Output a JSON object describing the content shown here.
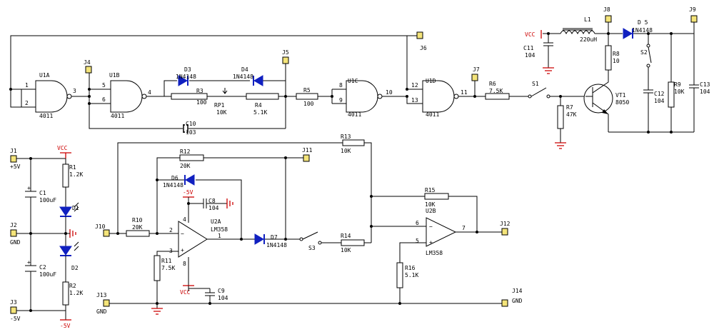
{
  "colors": {
    "wire": "#000000",
    "diode": "#1020c0",
    "power": "#cc0000",
    "pad": "#f4e47a"
  },
  "gates": [
    {
      "ref": "U1A",
      "type": "4011",
      "pins": [
        "1",
        "2",
        "3"
      ]
    },
    {
      "ref": "U1B",
      "type": "4011",
      "pins": [
        "5",
        "6",
        "4"
      ]
    },
    {
      "ref": "U1C",
      "type": "4011",
      "pins": [
        "8",
        "9",
        "10"
      ]
    },
    {
      "ref": "U1D",
      "type": "4011",
      "pins": [
        "12",
        "13",
        "11"
      ]
    }
  ],
  "connectors": {
    "J1": "J1",
    "J1_net": "+5V",
    "J2": "J2",
    "J2_net": "GND",
    "J3": "J3",
    "J3_net": "-5V",
    "J4": "J4",
    "J5": "J5",
    "J6": "J6",
    "J7": "J7",
    "J8": "J8",
    "J9": "J9",
    "J10": "J10",
    "J11": "J11",
    "J12": "J12",
    "J13": "J13",
    "J13_net": "GND",
    "J14": "J14",
    "J14_net": "GND"
  },
  "resistors": {
    "R1": [
      "R1",
      "1.2K"
    ],
    "R2": [
      "R2",
      "1.2K"
    ],
    "R3": [
      "R3",
      "100"
    ],
    "RP1": [
      "RP1",
      "10K"
    ],
    "R4": [
      "R4",
      "5.1K"
    ],
    "R5": [
      "R5",
      "100"
    ],
    "R6": [
      "R6",
      "7.5K"
    ],
    "R7": [
      "R7",
      "47K"
    ],
    "R8": [
      "R8",
      "10"
    ],
    "R9": [
      "R9",
      "10K"
    ],
    "R10": [
      "R10",
      "20K"
    ],
    "R11": [
      "R11",
      "7.5K"
    ],
    "R12": [
      "R12",
      "20K"
    ],
    "R13": [
      "R13",
      "10K"
    ],
    "R14": [
      "R14",
      "10K"
    ],
    "R15": [
      "R15",
      "10K"
    ],
    "R16": [
      "R16",
      "5.1K"
    ]
  },
  "capacitors": {
    "C1": [
      "C1",
      "100uF"
    ],
    "C2": [
      "C2",
      "100uF"
    ],
    "C8": [
      "C8",
      "104"
    ],
    "C9": [
      "C9",
      "104"
    ],
    "C10": [
      "C10",
      "103"
    ],
    "C11": [
      "C11",
      "104"
    ],
    "C12": [
      "C12",
      "104"
    ],
    "C13": [
      "C13",
      "104"
    ]
  },
  "diodes": {
    "D1": "D1",
    "D2": "D2",
    "D3": [
      "D3",
      "1N4148"
    ],
    "D4": [
      "D4",
      "1N4148"
    ],
    "D5": [
      "D 5",
      "1N4148"
    ],
    "D6": [
      "D6",
      "1N4148"
    ],
    "D7": [
      "D7",
      "1N4148"
    ]
  },
  "inductor": [
    "L1",
    "220uH"
  ],
  "transistor": [
    "VT1",
    "8050"
  ],
  "switches": [
    "S1",
    "S2",
    "S3"
  ],
  "opamps": {
    "U2A": {
      "ref": "U2A",
      "type": "LM358",
      "pins": [
        "2",
        "3",
        "1",
        "4",
        "8"
      ]
    },
    "U2B": {
      "ref": "U2B",
      "type": "LM358",
      "pins": [
        "6",
        "5",
        "7"
      ]
    }
  },
  "power": {
    "vcc": "VCC",
    "neg5": "-5V"
  }
}
